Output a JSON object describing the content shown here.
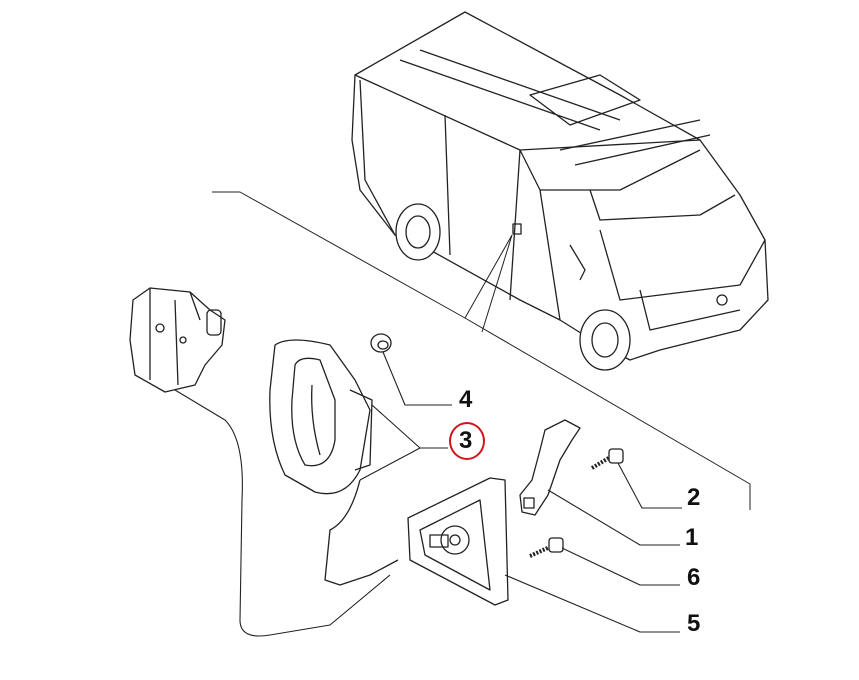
{
  "diagram": {
    "callouts": [
      {
        "id": "4",
        "label": "4"
      },
      {
        "id": "3",
        "label": "3",
        "highlighted": true
      },
      {
        "id": "2",
        "label": "2"
      },
      {
        "id": "1",
        "label": "1"
      },
      {
        "id": "6",
        "label": "6"
      },
      {
        "id": "5",
        "label": "5"
      }
    ],
    "highlight_color": "#d0141c"
  }
}
